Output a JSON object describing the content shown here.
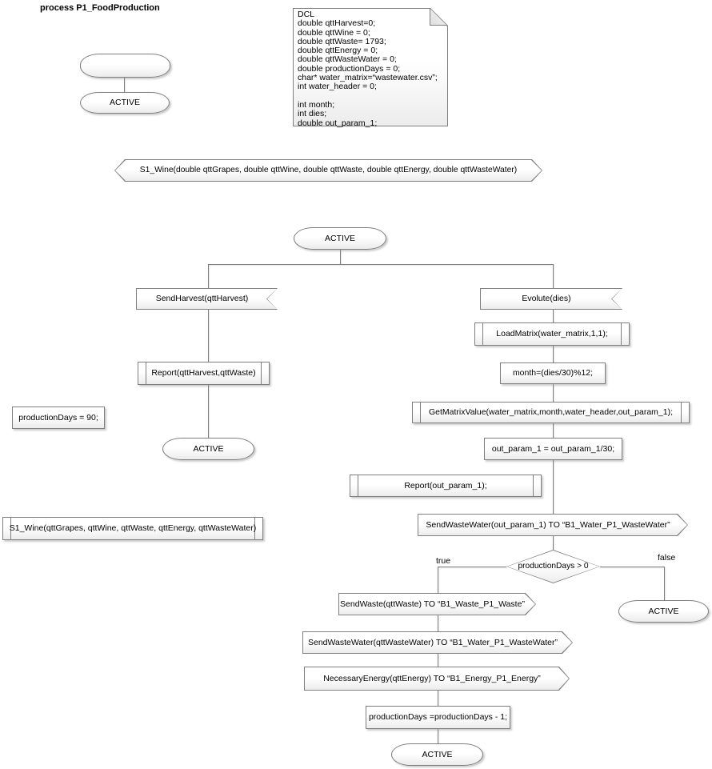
{
  "diagram": {
    "title": "process P1_FoodProduction",
    "colors": {
      "shape_border": "#7f7f7f",
      "shape_fill_top": "#ffffff",
      "shape_fill_bottom": "#ececec",
      "connector": "#7f7f7f",
      "text": "#000000",
      "background": "#ffffff"
    },
    "dcl_note": "DCL\ndouble qttHarvest=0;\ndouble qttWine = 0;\ndouble qttWaste= 1793;\ndouble qttEnergy = 0;\ndouble qttWasteWater = 0;\ndouble productionDays = 0;\nchar* water_matrix=“wastewater.csv”;\nint water_header = 0;\n\nint month;\nint dies;\ndouble out_param_1;",
    "state_active": "ACTIVE",
    "nodes": {
      "signal_decl": "S1_Wine(double qttGrapes, double qttWine, double qttWaste, double qttEnergy, double qttWasteWater)",
      "input_send_harvest": "SendHarvest(qttHarvest)",
      "proc_report_harvest": "Report(qttHarvest,qttWaste)",
      "task_production_days_90": "productionDays = 90;",
      "input_evolute": "Evolute(dies)",
      "proc_load_matrix": "LoadMatrix(water_matrix,1,1);",
      "task_month": "month=(dies/30)%12;",
      "proc_get_matrix_value": "GetMatrixValue(water_matrix,month,water_header,out_param_1);",
      "task_out_param": "out_param_1 = out_param_1/30;",
      "proc_report_out": "Report(out_param_1);",
      "output_send_wastewater_1": "SendWasteWater(out_param_1) TO “B1_Water_P1_WasteWater”",
      "decision_production_days": "productionDays > 0",
      "output_send_waste": "SendWaste(qttWaste) TO “B1_Waste_P1_Waste”",
      "output_send_wastewater_2": "SendWasteWater(qttWasteWater) TO “B1_Water_P1_WasteWater”",
      "output_necessary_energy": "NecessaryEnergy(qttEnergy) TO “B1_Energy_P1_Energy”",
      "task_production_days_dec": "productionDays =productionDays - 1;",
      "proc_s1_wine_call": "S1_Wine(qttGrapes, qttWine, qttWaste, qttEnergy, qttWasteWater)"
    },
    "branch_labels": {
      "true": "true",
      "false": "false"
    }
  }
}
